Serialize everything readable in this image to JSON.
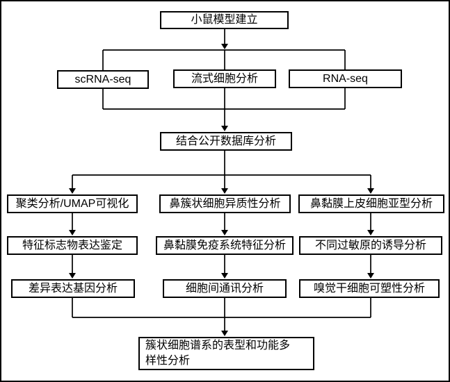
{
  "nodes": {
    "mouse_model": "小鼠模型建立",
    "scrna_seq": "scRNA-seq",
    "flow_cytometry": "流式细胞分析",
    "rna_seq": "RNA-seq",
    "public_db": "结合公开数据库分析",
    "clustering_umap": "聚类分析/UMAP可视化",
    "marker_expression": "特征标志物表达鉴定",
    "diff_expression": "差异表达基因分析",
    "tuft_heterogeneity": "鼻簇状细胞异质性分析",
    "immune_system": "鼻黏膜免疫系统特征分析",
    "cell_communication": "细胞间通讯分析",
    "epithelial_subtype": "鼻黏膜上皮细胞亚型分析",
    "allergen_induction": "不同过敏原的诱导分析",
    "olfactory_plasticity": "嗅觉干细胞可塑性分析",
    "final_summary": "簇状细胞谱系的表型和功能多样性分析"
  },
  "colors": {
    "line": "#000000",
    "box_border": "#000000",
    "box_fill": "#ffffff",
    "text": "#000000",
    "background": "#ffffff"
  }
}
